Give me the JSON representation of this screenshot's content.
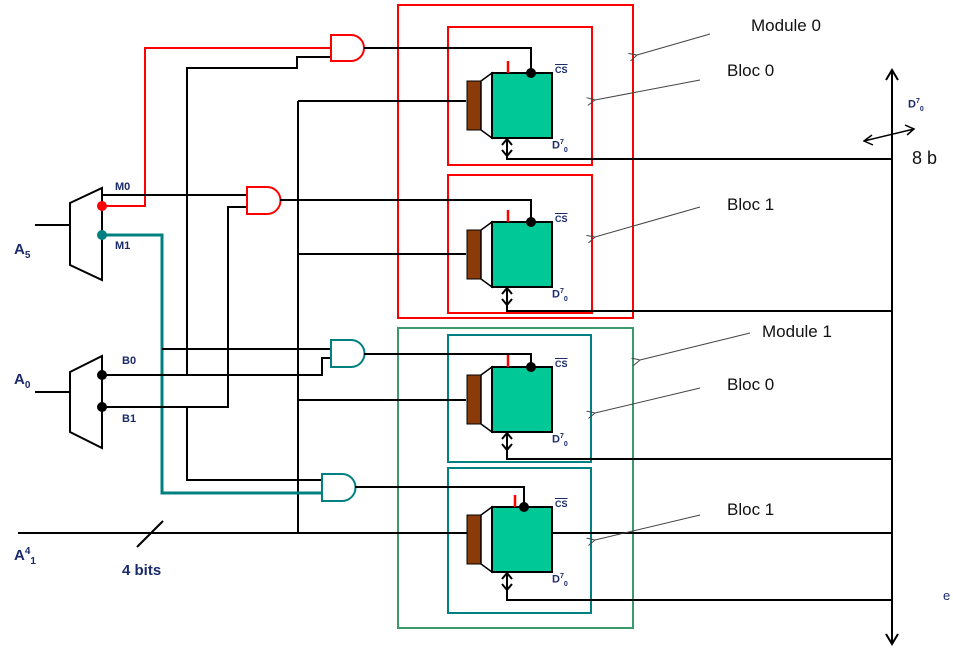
{
  "diagram": {
    "colors": {
      "red": "#ff0000",
      "teal": "#008080",
      "green_frame": "#3a9a6a",
      "chip_fill": "#00c896",
      "chip_socket": "#8b3a0a",
      "wire": "#000000"
    },
    "inputs": {
      "a5": {
        "main": "A",
        "sub": "5"
      },
      "a0": {
        "main": "A",
        "sub": "0"
      },
      "a41": {
        "main": "A",
        "sup": "4",
        "sub": "1"
      },
      "bus_width_label": "4 bits"
    },
    "decoder_m": {
      "out0": "M0",
      "out1": "M1"
    },
    "decoder_b": {
      "out0": "B0",
      "out1": "B1"
    },
    "modules": [
      {
        "label": "Module 0",
        "blocs": [
          {
            "label": "Bloc 0"
          },
          {
            "label": "Bloc 1"
          }
        ]
      },
      {
        "label": "Module 1",
        "blocs": [
          {
            "label": "Bloc 0"
          },
          {
            "label": "Bloc 1"
          }
        ]
      }
    ],
    "chip": {
      "cs_label": "CS",
      "data_main": "D",
      "data_sup": "7",
      "data_sub": "0"
    },
    "data_bus": {
      "main": "D",
      "sup": "7",
      "sub": "0",
      "width_label": "8 b",
      "bottom_fragment": "e"
    }
  }
}
